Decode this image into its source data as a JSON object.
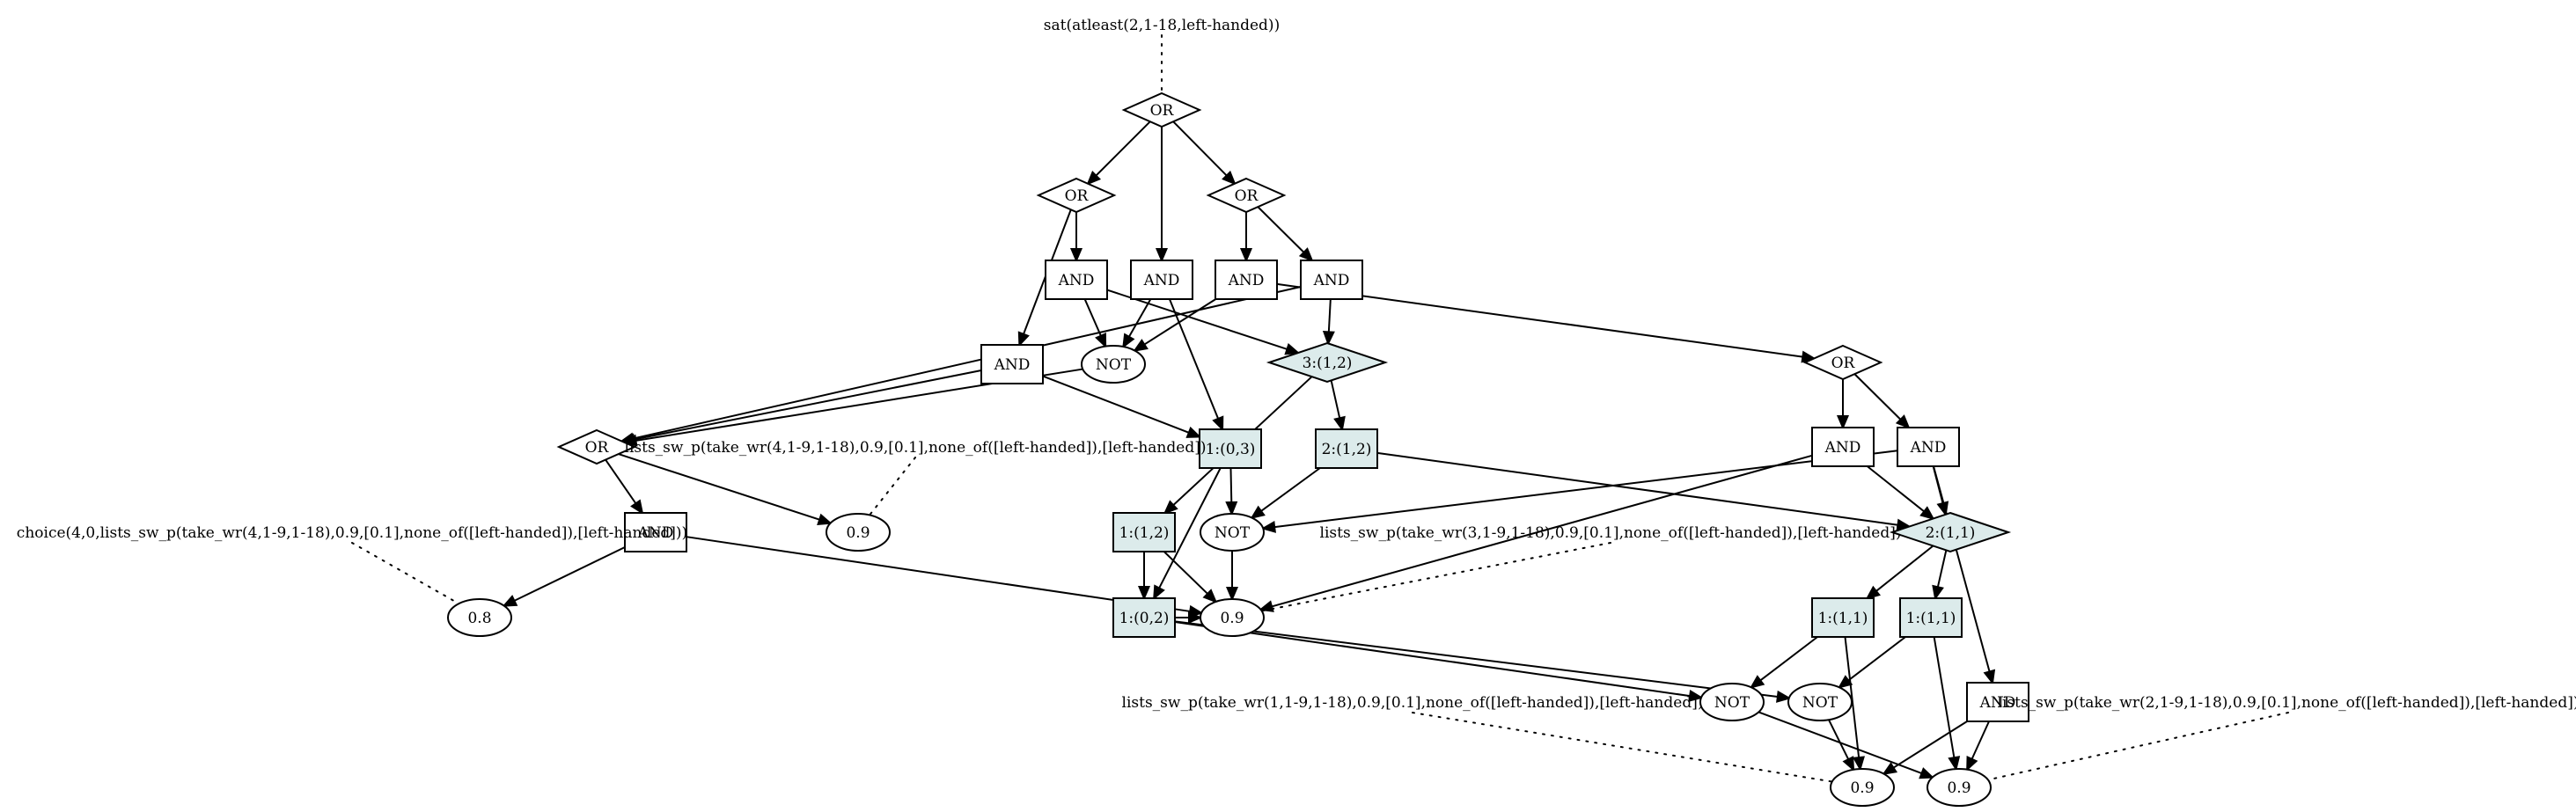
{
  "nodes": [
    {
      "id": "root_label",
      "text": "sat(atleast(2,1-18,left-handed))",
      "shape": "text"
    },
    {
      "id": "or_top",
      "text": "OR",
      "shape": "diamond"
    },
    {
      "id": "or_left",
      "text": "OR",
      "shape": "diamond"
    },
    {
      "id": "or_right",
      "text": "OR",
      "shape": "diamond"
    },
    {
      "id": "and_a",
      "text": "AND",
      "shape": "box"
    },
    {
      "id": "and_b",
      "text": "AND",
      "shape": "box"
    },
    {
      "id": "and_c",
      "text": "AND",
      "shape": "box"
    },
    {
      "id": "and_d",
      "text": "AND",
      "shape": "box"
    },
    {
      "id": "and_e",
      "text": "AND",
      "shape": "box"
    },
    {
      "id": "not_1",
      "text": "NOT",
      "shape": "ellipse"
    },
    {
      "id": "d_3_12",
      "text": "3:(1,2)",
      "shape": "diamond",
      "highlight": true
    },
    {
      "id": "or_far",
      "text": "OR",
      "shape": "diamond"
    },
    {
      "id": "or_mid",
      "text": "OR",
      "shape": "diamond"
    },
    {
      "id": "b_1_03",
      "text": "1:(0,3)",
      "shape": "box",
      "highlight": true
    },
    {
      "id": "b_2_12",
      "text": "2:(1,2)",
      "shape": "box",
      "highlight": true
    },
    {
      "id": "and_f",
      "text": "AND",
      "shape": "box"
    },
    {
      "id": "and_g",
      "text": "AND",
      "shape": "box"
    },
    {
      "id": "lbl_4",
      "text": "lists_sw_p(take_wr(4,1-9,1-18),0.9,[0.1],none_of([left-handed]),[left-handed])",
      "shape": "text"
    },
    {
      "id": "v09_a",
      "text": "0.9",
      "shape": "ellipse"
    },
    {
      "id": "and_h",
      "text": "AND",
      "shape": "box"
    },
    {
      "id": "lbl_choice",
      "text": "choice(4,0,lists_sw_p(take_wr(4,1-9,1-18),0.9,[0.1],none_of([left-handed]),[left-handed]))",
      "shape": "text"
    },
    {
      "id": "v08",
      "text": "0.8",
      "shape": "ellipse"
    },
    {
      "id": "b_1_12",
      "text": "1:(1,2)",
      "shape": "box",
      "highlight": true
    },
    {
      "id": "not_2",
      "text": "NOT",
      "shape": "ellipse"
    },
    {
      "id": "lbl_3",
      "text": "lists_sw_p(take_wr(3,1-9,1-18),0.9,[0.1],none_of([left-handed]),[left-handed])",
      "shape": "text"
    },
    {
      "id": "d_2_11",
      "text": "2:(1,1)",
      "shape": "diamond",
      "highlight": true
    },
    {
      "id": "b_1_02",
      "text": "1:(0,2)",
      "shape": "box",
      "highlight": true
    },
    {
      "id": "v09_b",
      "text": "0.9",
      "shape": "ellipse"
    },
    {
      "id": "b_1_11_a",
      "text": "1:(1,1)",
      "shape": "box",
      "highlight": true
    },
    {
      "id": "b_1_11_b",
      "text": "1:(1,1)",
      "shape": "box",
      "highlight": true
    },
    {
      "id": "lbl_1",
      "text": "lists_sw_p(take_wr(1,1-9,1-18),0.9,[0.1],none_of([left-handed]),[left-handed])",
      "shape": "text"
    },
    {
      "id": "not_3",
      "text": "NOT",
      "shape": "ellipse"
    },
    {
      "id": "not_4",
      "text": "NOT",
      "shape": "ellipse"
    },
    {
      "id": "and_i",
      "text": "AND",
      "shape": "box"
    },
    {
      "id": "lbl_2",
      "text": "lists_sw_p(take_wr(2,1-9,1-18),0.9,[0.1],none_of([left-handed]),[left-handed])",
      "shape": "text"
    },
    {
      "id": "v09_c",
      "text": "0.9",
      "shape": "ellipse"
    },
    {
      "id": "v09_d",
      "text": "0.9",
      "shape": "ellipse"
    }
  ],
  "edges": [
    {
      "from": "root_label",
      "to": "or_top",
      "style": "dotted"
    },
    {
      "from": "or_top",
      "to": "or_left"
    },
    {
      "from": "or_top",
      "to": "and_b"
    },
    {
      "from": "or_top",
      "to": "or_right"
    },
    {
      "from": "or_left",
      "to": "and_a"
    },
    {
      "from": "or_left",
      "to": "and_e"
    },
    {
      "from": "or_right",
      "to": "and_c"
    },
    {
      "from": "or_right",
      "to": "and_d"
    },
    {
      "from": "and_a",
      "to": "not_1"
    },
    {
      "from": "and_a",
      "to": "d_3_12"
    },
    {
      "from": "and_b",
      "to": "not_1"
    },
    {
      "from": "and_b",
      "to": "b_1_03"
    },
    {
      "from": "and_c",
      "to": "not_1"
    },
    {
      "from": "and_c",
      "to": "or_far"
    },
    {
      "from": "and_d",
      "to": "d_3_12"
    },
    {
      "from": "and_d",
      "to": "or_mid"
    },
    {
      "from": "and_e",
      "to": "or_mid"
    },
    {
      "from": "and_e",
      "to": "b_1_03"
    },
    {
      "from": "not_1",
      "to": "or_mid"
    },
    {
      "from": "d_3_12",
      "to": "b_2_12"
    },
    {
      "from": "d_3_12",
      "to": "b_1_12"
    },
    {
      "from": "or_far",
      "to": "and_f"
    },
    {
      "from": "or_far",
      "to": "and_g"
    },
    {
      "from": "or_mid",
      "to": "and_h"
    },
    {
      "from": "or_mid",
      "to": "v09_a"
    },
    {
      "from": "lbl_4",
      "to": "v09_a",
      "style": "dotted"
    },
    {
      "from": "and_h",
      "to": "v08"
    },
    {
      "from": "and_h",
      "to": "v09_b"
    },
    {
      "from": "lbl_choice",
      "to": "v08",
      "style": "dotted"
    },
    {
      "from": "b_1_03",
      "to": "not_2"
    },
    {
      "from": "b_1_03",
      "to": "b_1_02"
    },
    {
      "from": "b_2_12",
      "to": "not_2"
    },
    {
      "from": "b_2_12",
      "to": "d_2_11"
    },
    {
      "from": "and_f",
      "to": "d_2_11"
    },
    {
      "from": "and_f",
      "to": "v09_b"
    },
    {
      "from": "and_g",
      "to": "not_2"
    },
    {
      "from": "and_g",
      "to": "d_2_11"
    },
    {
      "from": "and_g",
      "to": "and_i"
    },
    {
      "from": "b_1_12",
      "to": "b_1_02"
    },
    {
      "from": "b_1_12",
      "to": "v09_b"
    },
    {
      "from": "not_2",
      "to": "v09_b"
    },
    {
      "from": "lbl_3",
      "to": "v09_b",
      "style": "dotted"
    },
    {
      "from": "b_1_02",
      "to": "v09_b"
    },
    {
      "from": "b_1_02",
      "to": "not_3"
    },
    {
      "from": "b_1_02",
      "to": "not_4"
    },
    {
      "from": "d_2_11",
      "to": "b_1_11_a"
    },
    {
      "from": "d_2_11",
      "to": "b_1_11_b"
    },
    {
      "from": "b_1_11_a",
      "to": "not_3"
    },
    {
      "from": "b_1_11_a",
      "to": "v09_c"
    },
    {
      "from": "b_1_11_b",
      "to": "not_4"
    },
    {
      "from": "b_1_11_b",
      "to": "v09_d"
    },
    {
      "from": "not_3",
      "to": "v09_d"
    },
    {
      "from": "not_4",
      "to": "v09_c"
    },
    {
      "from": "and_i",
      "to": "v09_c"
    },
    {
      "from": "and_i",
      "to": "v09_d"
    },
    {
      "from": "lbl_1",
      "to": "v09_c",
      "style": "dotted"
    },
    {
      "from": "lbl_2",
      "to": "v09_d",
      "style": "dotted"
    }
  ]
}
